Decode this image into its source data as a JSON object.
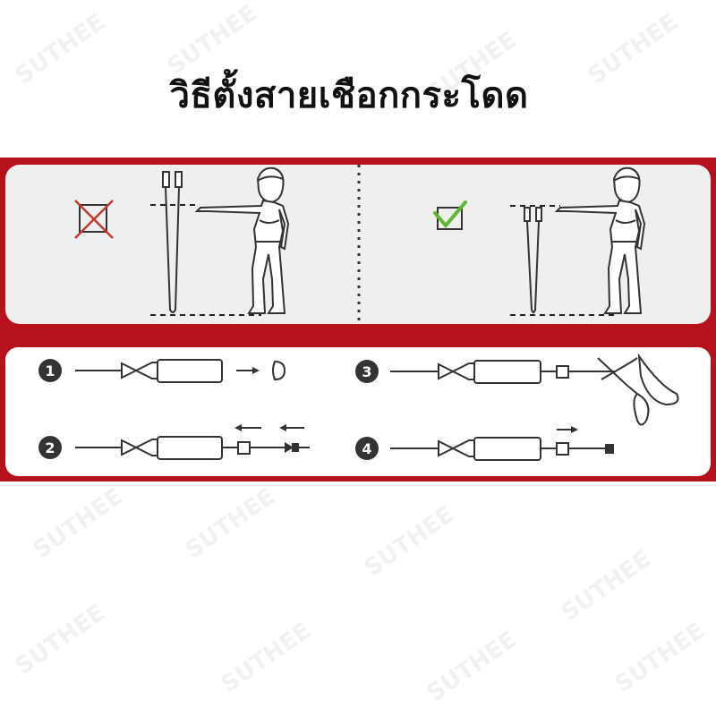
{
  "title": "วิธีตั้งสายเชือกกระโดด",
  "watermark_text": "SUTHEE",
  "colors": {
    "frame_red": "#b5121b",
    "panel_gray": "#efefef",
    "ink": "#333333",
    "check_green": "#5cb82e",
    "cross_red": "#c0392b"
  },
  "panels": {
    "left": {
      "status": "incorrect",
      "icon": "x-box-icon"
    },
    "right": {
      "status": "correct",
      "icon": "check-box-icon"
    }
  },
  "steps": [
    {
      "number": "1"
    },
    {
      "number": "2"
    },
    {
      "number": "3"
    },
    {
      "number": "4"
    }
  ]
}
